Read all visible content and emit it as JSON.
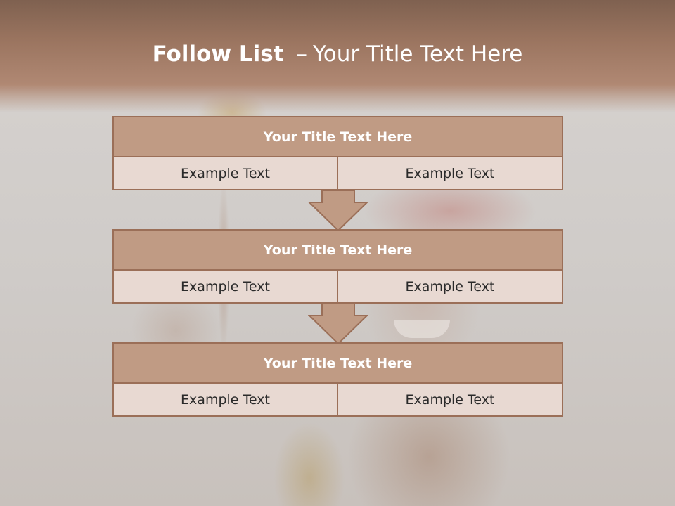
{
  "slide": {
    "title_bold": "Follow List",
    "title_separator": "–",
    "title_rest": "Your Title Text Here",
    "colors": {
      "header_band": "#9a745f",
      "title_box": "#c09b84",
      "cell": "#e8d9d2",
      "border": "#9b6f58",
      "arrow_fill": "#c09b84"
    }
  },
  "blocks": [
    {
      "title": "Your Title Text Here",
      "left": "Example Text",
      "right": "Example Text"
    },
    {
      "title": "Your Title Text Here",
      "left": "Example Text",
      "right": "Example Text"
    },
    {
      "title": "Your Title Text Here",
      "left": "Example Text",
      "right": "Example Text"
    }
  ]
}
